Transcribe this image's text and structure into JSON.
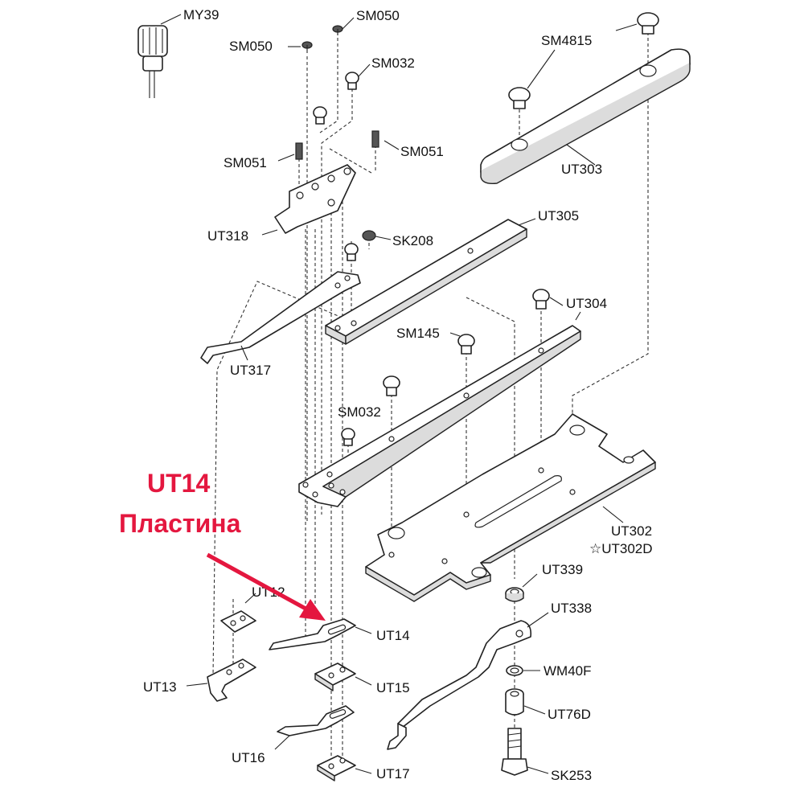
{
  "annotation": {
    "part_code": "UT14",
    "part_name": "Пластина",
    "color": "#e4173f"
  },
  "labels": {
    "my39": "MY39",
    "sm050_top": "SM050",
    "sm050_left": "SM050",
    "sm032_top": "SM032",
    "sm051_left": "SM051",
    "sm051_right": "SM051",
    "sm4815": "SM4815",
    "ut303": "UT303",
    "ut318": "UT318",
    "sk208": "SK208",
    "ut305": "UT305",
    "ut317": "UT317",
    "ut304": "UT304",
    "sm145": "SM145",
    "sm032_mid": "SM032",
    "ut302": "UT302",
    "ut302d": "☆UT302D",
    "ut339": "UT339",
    "ut338": "UT338",
    "ut12": "UT12",
    "ut14": "UT14",
    "ut13": "UT13",
    "ut15": "UT15",
    "wm40f": "WM40F",
    "ut76d": "UT76D",
    "ut16": "UT16",
    "ut17": "UT17",
    "sk253": "SK253"
  }
}
